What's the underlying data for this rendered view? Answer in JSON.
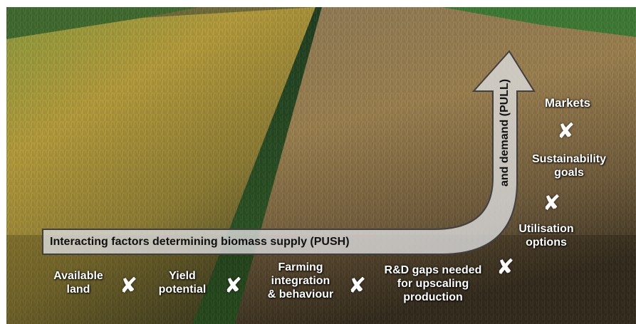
{
  "push_label": "Interacting factors determining biomass supply (PUSH)",
  "pull_label": "and demand (PULL)",
  "supply_factors": [
    {
      "label": "Available\nland"
    },
    {
      "label": "Yield\npotential"
    },
    {
      "label": "Farming\nintegration\n& behaviour"
    },
    {
      "label": "R&D gaps needed\nfor upscaling\nproduction"
    }
  ],
  "demand_factors": [
    {
      "label": "Utilisation\noptions"
    },
    {
      "label": "Sustainability\ngoals"
    },
    {
      "label": "Markets"
    }
  ],
  "separator_glyph": "✘",
  "colors": {
    "arrow_fill": "#d9d9d9",
    "arrow_outline": "#404040",
    "text": "#ffffff",
    "arrow_text": "#111111"
  }
}
